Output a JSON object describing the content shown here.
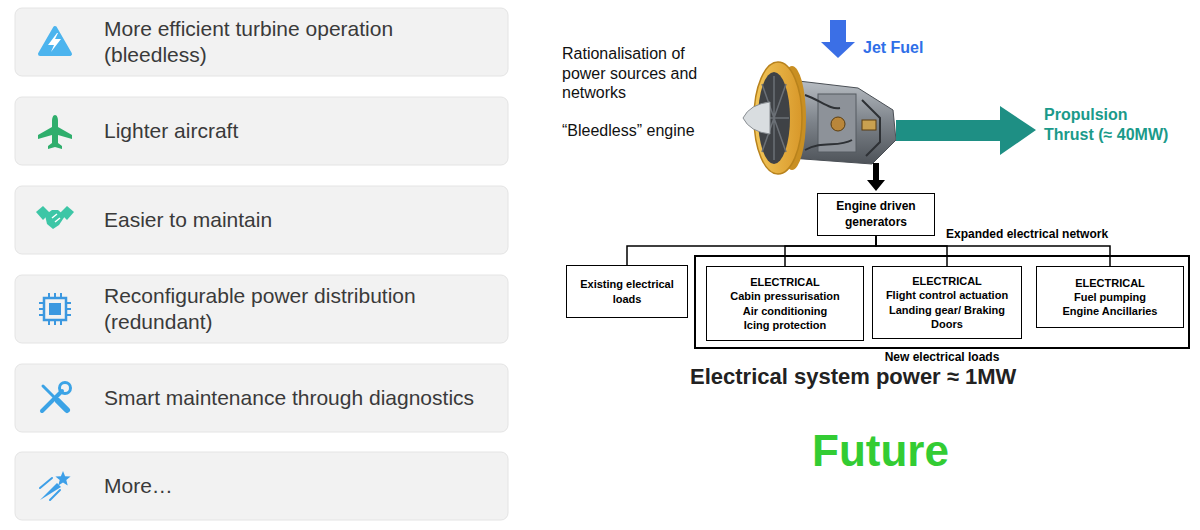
{
  "diagram": {
    "nodes": [
      {
        "text": [
          "More efficient turbine operation (bleedless)"
        ]
      },
      {
        "text": [
          "Lighter aircraft"
        ]
      },
      {
        "text": [
          "Easier to maintain"
        ]
      },
      {
        "text": [
          "Reconfigurable power distribution (redundant)"
        ]
      },
      {
        "text": [
          "Smart maintenance through diagnostics"
        ]
      },
      {
        "text": [
          "More…"
        ]
      },
      {
        "text": [
          "Engine driven generators"
        ]
      },
      {
        "text": [
          "Existing electrical loads"
        ]
      },
      {
        "text": [
          "New electrical loads"
        ]
      },
      {
        "text": [
          "ELECTRICAL",
          "Cabin pressurisation Air conditioning Icing protection"
        ],
        "in": 8
      },
      {
        "text": [
          "ELECTRICAL",
          "Flight control actuation Landing gear/ Braking Doors"
        ],
        "in": 8
      },
      {
        "text": [
          "ELECTRICAL",
          "Fuel pumping Engine Ancillaries"
        ],
        "in": 8
      }
    ],
    "edges": [
      {
        "from": 6,
        "to": 7,
        "arrow": "none"
      },
      {
        "from": 6,
        "to": 9,
        "arrow": "none"
      },
      {
        "from": 6,
        "to": 10,
        "arrow": "none"
      },
      {
        "from": 6,
        "to": 11,
        "arrow": "none"
      }
    ],
    "labels": [
      "Rationalisation of power sources and networks",
      "“Bleedless” engine",
      "Jet Fuel",
      "Propulsion Thrust (≈ 40MW)",
      "Expanded electrical network",
      "Electrical system power ≈ 1MW",
      "Future"
    ]
  }
}
